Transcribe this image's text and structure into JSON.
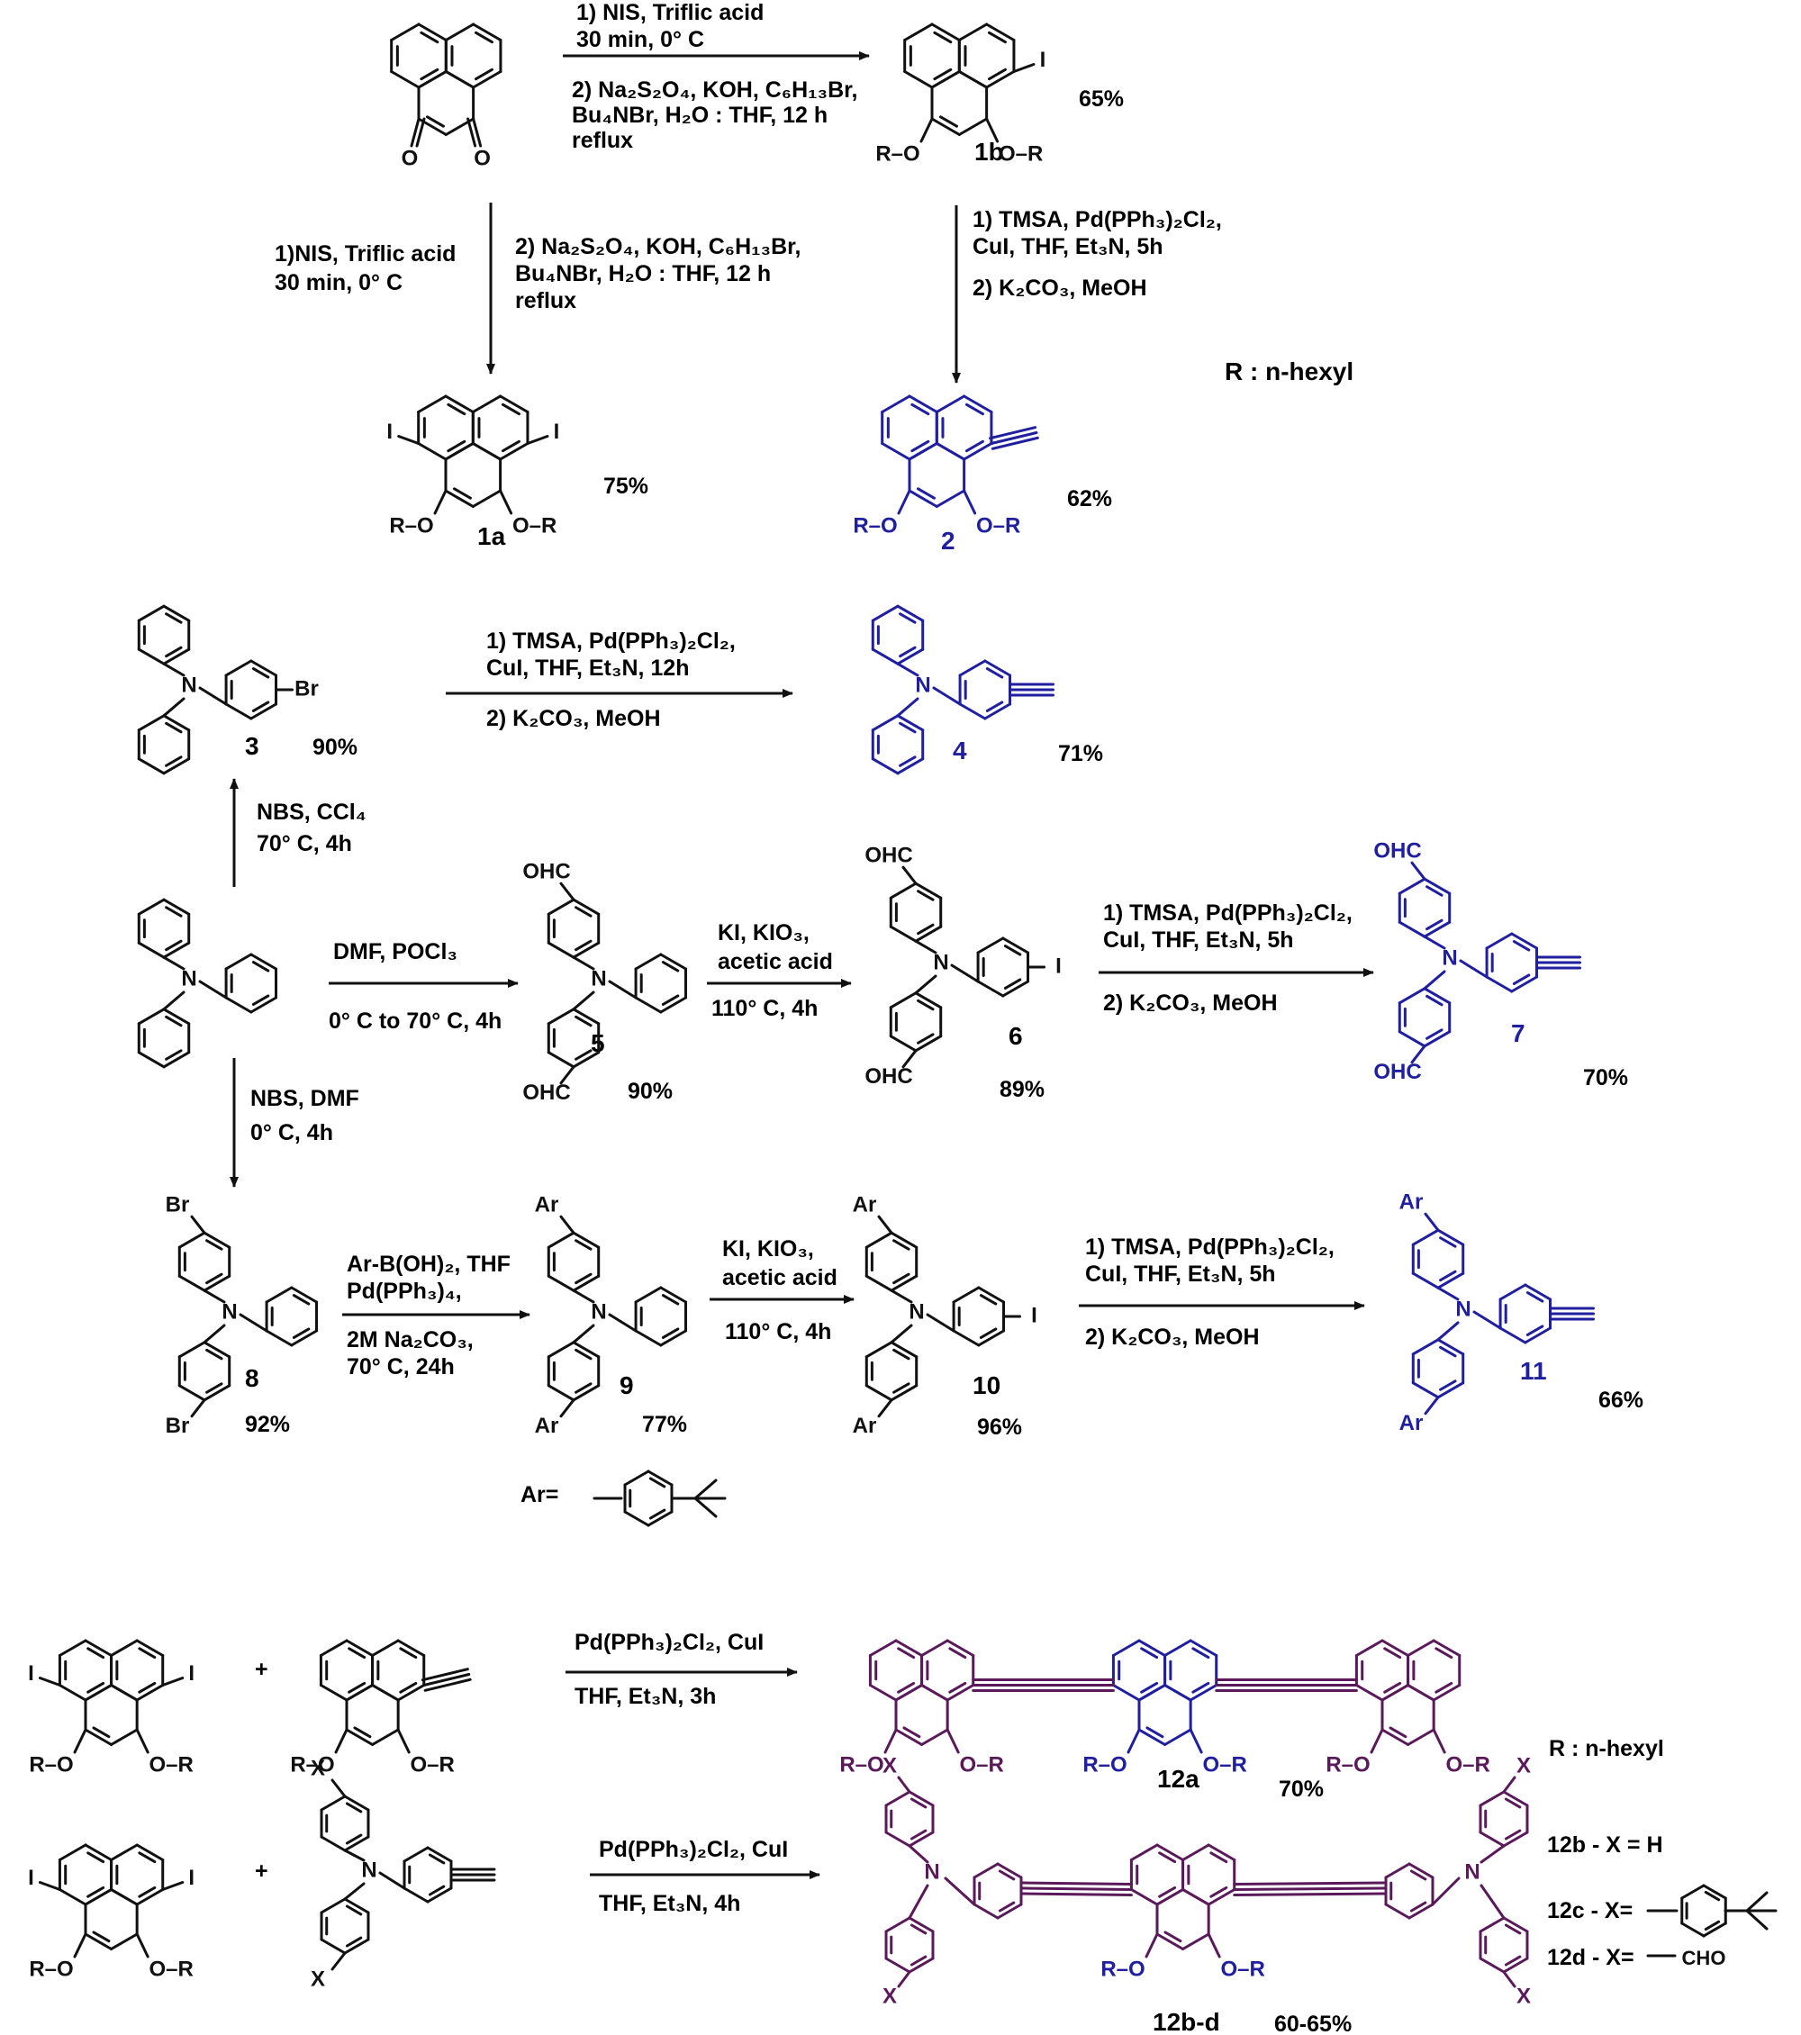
{
  "r_definition": "R : n-hexyl",
  "ar_label": "Ar=",
  "substituents": {
    "I": "I",
    "Br": "Br",
    "N": "N",
    "OHC": "OHC",
    "CHO": "CHO",
    "Ar": "Ar",
    "X": "X",
    "OR_left": "R–O",
    "OR_right": "O–R",
    "O": "O",
    "plus": "+"
  },
  "colors": {
    "black": "#111111",
    "blue": "#1f1fa0",
    "purple": "#5a1a5a"
  },
  "step1": {
    "lines": [
      "1) NIS, Triflic acid",
      "30 min, 0° C",
      "2) Na₂S₂O₄, KOH, C₆H₁₃Br,",
      "Bu₄NBr, H₂O : THF, 12 h",
      "reflux"
    ]
  },
  "step2": {
    "left_lines": [
      "1)NIS, Triflic acid",
      "30 min, 0° C"
    ],
    "right_lines": [
      "2) Na₂S₂O₄, KOH, C₆H₁₃Br,",
      "Bu₄NBr, H₂O : THF, 12 h",
      "reflux"
    ]
  },
  "step3": {
    "lines": [
      "1) TMSA, Pd(PPh₃)₂Cl₂,",
      "CuI, THF, Et₃N, 5h",
      "2) K₂CO₃, MeOH"
    ]
  },
  "step4": {
    "lines": [
      "1) TMSA, Pd(PPh₃)₂Cl₂,",
      "CuI, THF, Et₃N, 12h",
      "2) K₂CO₃, MeOH"
    ]
  },
  "step5": {
    "lines": [
      "NBS, CCl₄",
      "70° C, 4h"
    ]
  },
  "step6": {
    "lines": [
      "DMF, POCl₃",
      "0° C to 70° C, 4h"
    ]
  },
  "step7": {
    "lines": [
      "KI, KIO₃,",
      "acetic acid",
      "110° C, 4h"
    ]
  },
  "step8": {
    "lines": [
      "1) TMSA, Pd(PPh₃)₂Cl₂,",
      "CuI, THF, Et₃N, 5h",
      "2) K₂CO₃, MeOH"
    ]
  },
  "step9": {
    "lines": [
      "NBS, DMF",
      "0° C, 4h"
    ]
  },
  "step10": {
    "lines": [
      "Ar-B(OH)₂, THF",
      "Pd(PPh₃)₄,",
      "2M Na₂CO₃,",
      "70° C, 24h"
    ]
  },
  "step11": {
    "lines": [
      "KI, KIO₃,",
      "acetic acid",
      "110° C, 4h"
    ]
  },
  "step12": {
    "lines": [
      "1) TMSA, Pd(PPh₃)₂Cl₂,",
      "CuI, THF, Et₃N, 5h",
      "2) K₂CO₃, MeOH"
    ]
  },
  "step13": {
    "lines": [
      "Pd(PPh₃)₂Cl₂, CuI",
      "THF, Et₃N, 3h"
    ]
  },
  "step14": {
    "lines": [
      "Pd(PPh₃)₂Cl₂, CuI",
      "THF, Et₃N, 4h"
    ]
  },
  "compounds": {
    "c1b": {
      "label": "1b",
      "yield": "65%"
    },
    "c1a": {
      "label": "1a",
      "yield": "75%"
    },
    "c2": {
      "label": "2",
      "yield": "62%"
    },
    "c3": {
      "label": "3",
      "yield": "90%"
    },
    "c4": {
      "label": "4",
      "yield": "71%"
    },
    "c5": {
      "label": "5",
      "yield": "90%"
    },
    "c6": {
      "label": "6",
      "yield": "89%"
    },
    "c7": {
      "label": "7",
      "yield": "70%"
    },
    "c8": {
      "label": "8",
      "yield": "92%"
    },
    "c9": {
      "label": "9",
      "yield": "77%"
    },
    "c10": {
      "label": "10",
      "yield": "96%"
    },
    "c11": {
      "label": "11",
      "yield": "66%"
    },
    "c12a": {
      "label": "12a",
      "yield": "70%"
    },
    "c12bd": {
      "label": "12b-d",
      "yield": "60-65%"
    }
  },
  "legend_12": {
    "b": "12b - X = H",
    "c": "12c - X=",
    "d": "12d - X="
  }
}
